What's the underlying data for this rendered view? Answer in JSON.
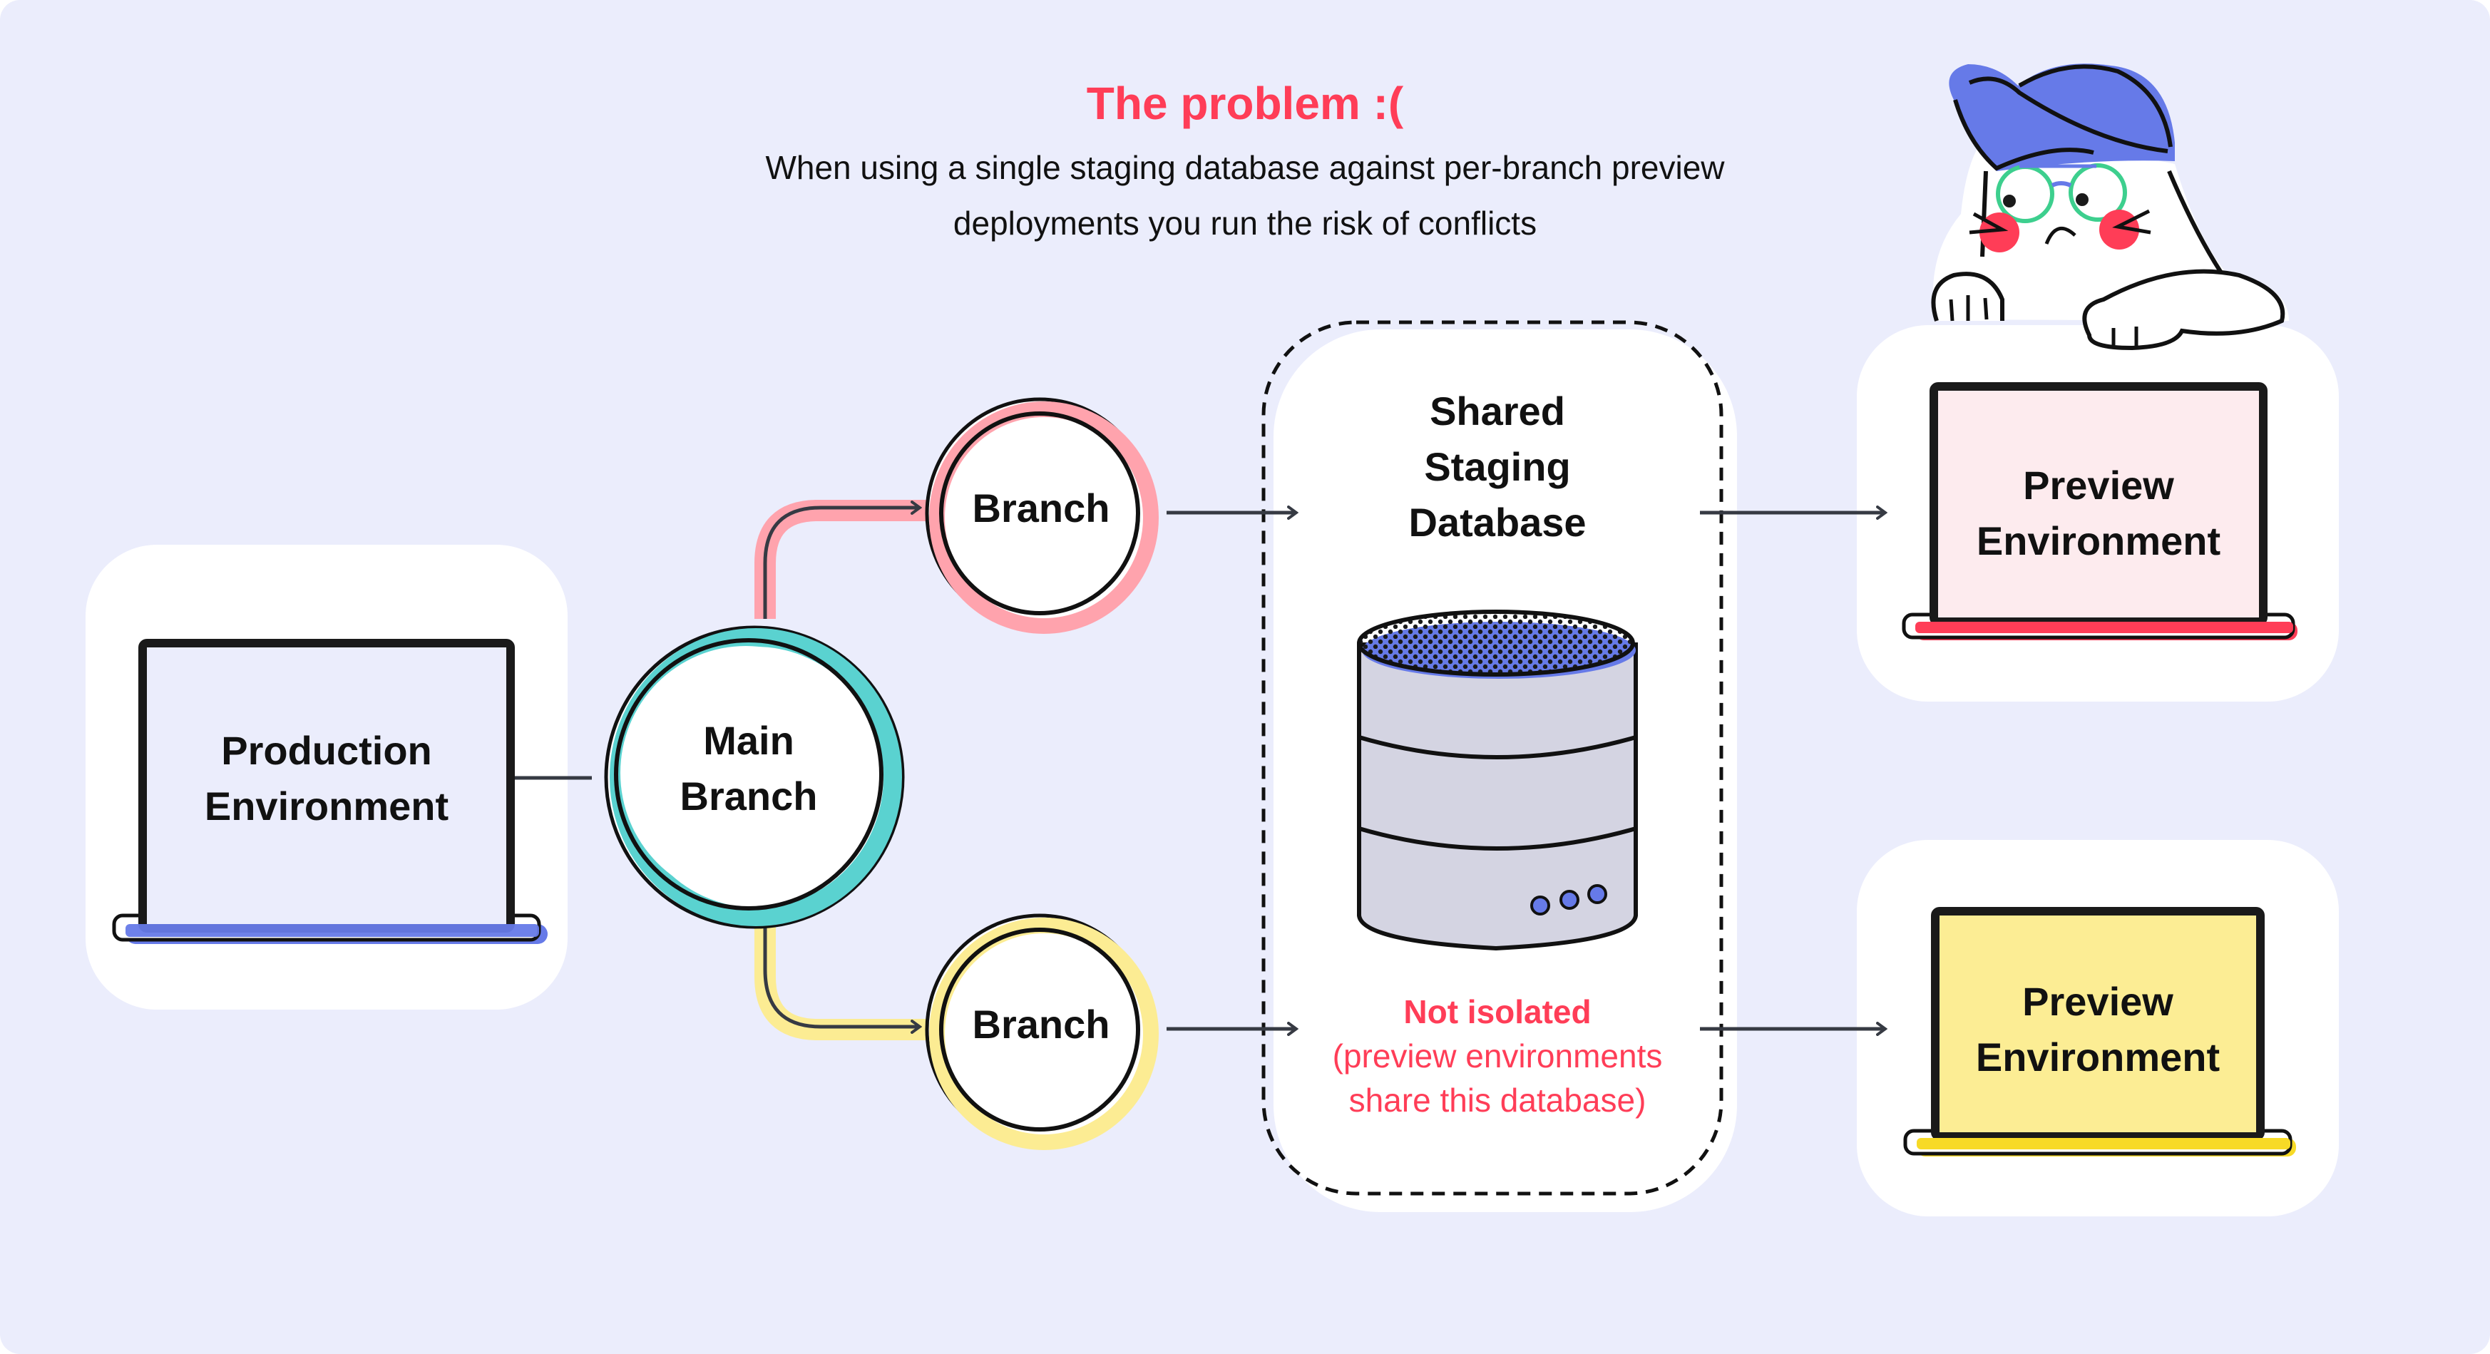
{
  "header": {
    "title": "The problem :(",
    "subtitle_line1": "When using a single staging database against per-branch preview",
    "subtitle_line2": "deployments you run the risk of conflicts"
  },
  "nodes": {
    "production": {
      "line1": "Production",
      "line2": "Environment",
      "screen_color": "#EBEDFC",
      "accent_color": "#667AE8"
    },
    "main_branch": {
      "line1": "Main",
      "line2": "Branch",
      "ring_color": "#5AD2D0"
    },
    "branch_top": {
      "label": "Branch",
      "ring_color": "#FFA3AD"
    },
    "branch_bottom": {
      "label": "Branch",
      "ring_color": "#FCEC93"
    },
    "database": {
      "line1": "Shared",
      "line2": "Staging",
      "line3": "Database",
      "body_color": "#D4D4E2",
      "top_color": "#667AE8"
    },
    "preview_top": {
      "line1": "Preview",
      "line2": "Environment",
      "screen_color": "#FDEBEE",
      "accent_color": "#FF3D57"
    },
    "preview_bottom": {
      "line1": "Preview",
      "line2": "Environment",
      "screen_color": "#FCED94",
      "accent_color": "#F7DA26"
    }
  },
  "warning": {
    "headline": "Not isolated",
    "detail_line1": "(preview environments",
    "detail_line2": "share this database)"
  },
  "colors": {
    "background": "#EBEDFC",
    "alert": "#FF3D57",
    "mascot_hat": "#667AE8",
    "mascot_glasses": "#3DCF8E",
    "mascot_cheeks": "#FF3D57"
  },
  "icons": {
    "mascot": "sad-ghost-mascot-with-cap-and-glasses",
    "database": "database-cylinder-icon",
    "laptop": "laptop-icon"
  }
}
